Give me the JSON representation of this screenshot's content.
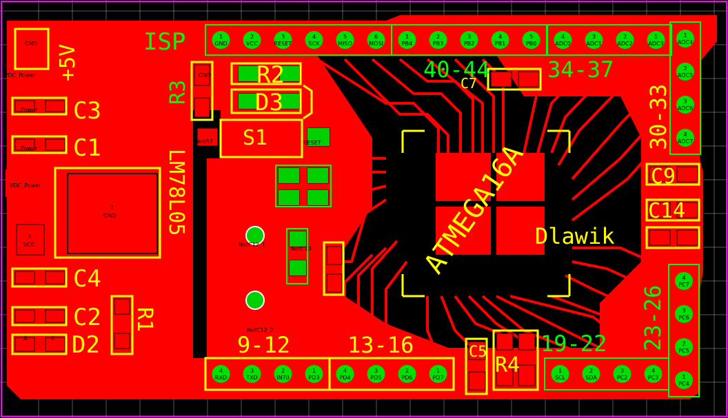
{
  "labels": {
    "isp": "ISP",
    "plus5v": "+5V",
    "c3": "C3",
    "c1": "C1",
    "c4": "C4",
    "c2": "C2",
    "d2": "D2",
    "r1": "R1",
    "r3": "R3",
    "r2": "R2",
    "d3": "D3",
    "s1": "S1",
    "lm78l05": "LM78L05",
    "atmega": "ATMEGA16A",
    "dlawik": "Dlawik",
    "c7": "C7",
    "c9": "C9",
    "c14": "C14",
    "r4": "R4",
    "c5": "C5",
    "grp_40_44": "40-44",
    "grp_34_37": "34-37",
    "grp_30_33": "30-33",
    "grp_23_26": "23-26",
    "grp_9_12": "9-12",
    "grp_13_16": "13-16",
    "grp_19_22": "19-22"
  },
  "isp_header": [
    {
      "num": "1",
      "net": "GND"
    },
    {
      "num": "2",
      "net": "VCC"
    },
    {
      "num": "3",
      "net": "RESET"
    },
    {
      "num": "4",
      "net": "SCK"
    },
    {
      "num": "5",
      "net": "MISO"
    },
    {
      "num": "6",
      "net": "MOSI"
    }
  ],
  "pb_header": [
    {
      "num": "1",
      "net": "PB4"
    },
    {
      "num": "2",
      "net": "PB3"
    },
    {
      "num": "3",
      "net": "PB2"
    },
    {
      "num": "4",
      "net": "PB1"
    },
    {
      "num": "5",
      "net": "PB0"
    }
  ],
  "adc_header": [
    {
      "num": "4",
      "net": "ADC0"
    },
    {
      "num": "3",
      "net": "ADC1"
    },
    {
      "num": "2",
      "net": "ADC2"
    },
    {
      "num": "1",
      "net": "ADC3"
    }
  ],
  "adc_right_header": [
    {
      "num": "1",
      "net": "ADC4"
    },
    {
      "num": "2",
      "net": "ADC5"
    },
    {
      "num": "3",
      "net": "ADC6"
    },
    {
      "num": "4",
      "net": "ADC7"
    }
  ],
  "pc_right_header": [
    {
      "num": "4",
      "net": "PC7"
    },
    {
      "num": "3",
      "net": "PC6"
    },
    {
      "num": "2",
      "net": "PC5"
    },
    {
      "num": "1",
      "net": "PC4"
    }
  ],
  "bottom_left_header": [
    {
      "num": "4",
      "net": "RXD"
    },
    {
      "num": "3",
      "net": "TXD"
    },
    {
      "num": "2",
      "net": "INT0"
    },
    {
      "num": "1",
      "net": "PD3"
    }
  ],
  "bottom_mid_header": [
    {
      "num": "4",
      "net": "PD4"
    },
    {
      "num": "3",
      "net": "PD5"
    },
    {
      "num": "2",
      "net": "PD6"
    },
    {
      "num": "1",
      "net": "PD7"
    }
  ],
  "bottom_right_header": [
    {
      "num": "1",
      "net": "SCL"
    },
    {
      "num": "2",
      "net": "SDA"
    },
    {
      "num": "3",
      "net": "PC2"
    },
    {
      "num": "4",
      "net": "PC3"
    }
  ],
  "pad_labels": {
    "gnd": "GND",
    "vcc": "VCC",
    "reset": "RESET",
    "netr3": "NetR3",
    "vdc_power": "VDC_Power",
    "power": "Power",
    "one": "1",
    "two": "2",
    "three": "3",
    "a": "A",
    "k": "K",
    "netc12_1": "NetC12_1",
    "netc12_2": "NetC12_2",
    "netc13": "NetC13"
  },
  "colors": {
    "board_bg": "#000000",
    "copper": "#ff0000",
    "silkscreen": "#ffff00",
    "pad": "#00e000",
    "outline": "#ff00ff",
    "grid": "#ffffff"
  }
}
